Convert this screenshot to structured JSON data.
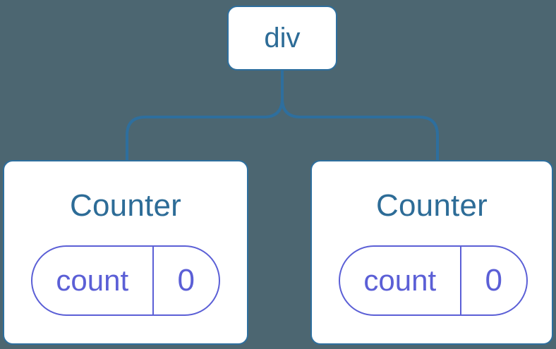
{
  "diagram": {
    "description": "component tree",
    "root": {
      "label": "div"
    },
    "children": [
      {
        "title": "Counter",
        "state": {
          "key": "count",
          "value": "0"
        }
      },
      {
        "title": "Counter",
        "state": {
          "key": "count",
          "value": "0"
        }
      }
    ]
  },
  "colors": {
    "background": "#4c6671",
    "line_blue": "#2e6f9e",
    "text_blue": "#2d6c97",
    "pill_purple": "#5b5fd6",
    "card_bg": "#ffffff"
  }
}
